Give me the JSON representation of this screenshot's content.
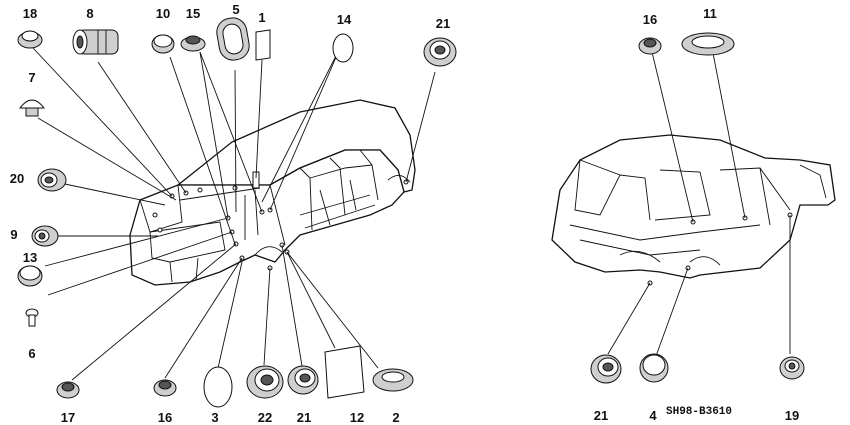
{
  "diagram": {
    "code": "SH98-B3610",
    "callouts": {
      "c18": "18",
      "c8": "8",
      "c10": "10",
      "c15": "15",
      "c5": "5",
      "c1": "1",
      "c14": "14",
      "c21a": "21",
      "c7": "7",
      "c20": "20",
      "c9": "9",
      "c13": "13",
      "c6": "6",
      "c17": "17",
      "c16a": "16",
      "c3": "3",
      "c22": "22",
      "c21b": "21",
      "c12": "12",
      "c2": "2",
      "c16b": "16",
      "c11": "11",
      "c21c": "21",
      "c4": "4",
      "c19": "19"
    }
  }
}
